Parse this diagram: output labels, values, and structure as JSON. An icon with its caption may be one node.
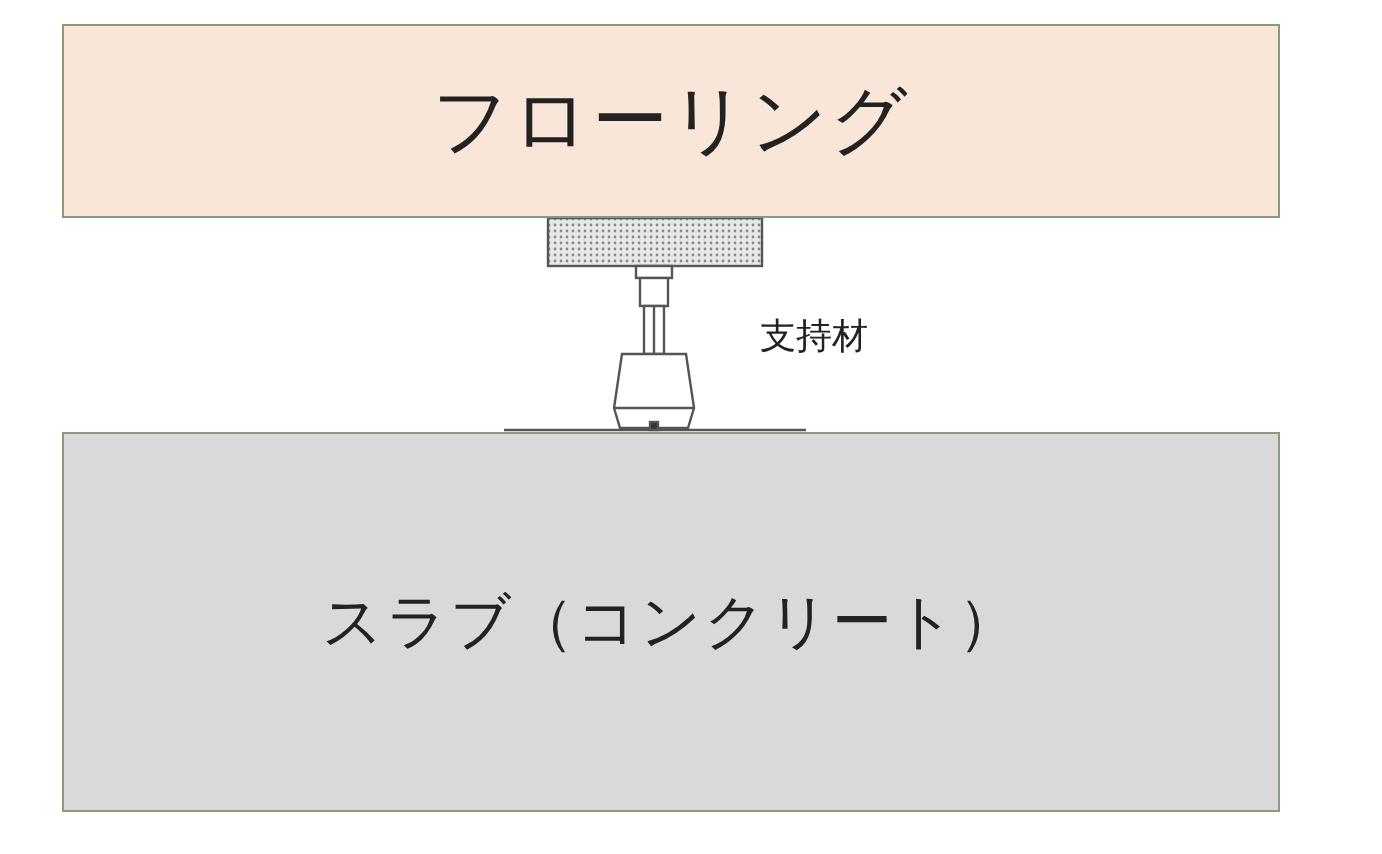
{
  "diagram": {
    "nodes": [
      {
        "text": [
          "フローリング"
        ]
      },
      {
        "text": [
          "スラブ（コンクリート）"
        ]
      }
    ],
    "labels": [
      "支持材"
    ]
  }
}
